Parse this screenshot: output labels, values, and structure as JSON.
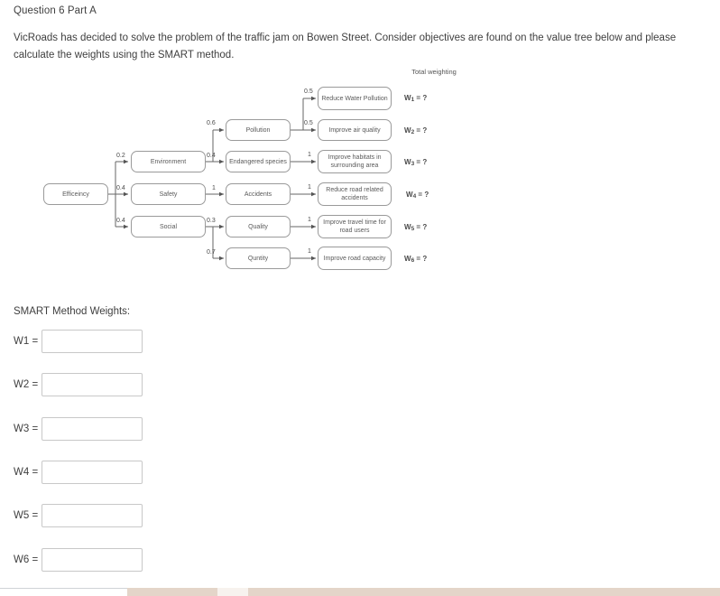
{
  "question": {
    "title": "Question 6 Part A",
    "body": "VicRoads has decided to solve the problem of the traffic jam on Bowen Street. Consider objectives are found on the value tree below and please calculate the weights using the SMART method."
  },
  "diagram": {
    "total_weighting_header": "Total weighting",
    "nodes": [
      {
        "id": "root",
        "label": "Efficeincy"
      },
      {
        "id": "environment",
        "label": "Environment"
      },
      {
        "id": "safety",
        "label": "Safety"
      },
      {
        "id": "social",
        "label": "Social"
      },
      {
        "id": "pollution",
        "label": "Pollution"
      },
      {
        "id": "endangered",
        "label": "Endangered species"
      },
      {
        "id": "accidents",
        "label": "Accidents"
      },
      {
        "id": "quality",
        "label": "Quality"
      },
      {
        "id": "quntity",
        "label": "Quntity"
      },
      {
        "id": "leaf1",
        "label": "Reduce Water Pollution"
      },
      {
        "id": "leaf2",
        "label": "Improve air quality"
      },
      {
        "id": "leaf3",
        "label": "Improve habitats in surrounding area"
      },
      {
        "id": "leaf4",
        "label": "Reduce road related accidents"
      },
      {
        "id": "leaf5",
        "label": "Improve travel time for road users"
      },
      {
        "id": "leaf6",
        "label": "Improve road capacity"
      }
    ],
    "edges": [
      {
        "from": "root",
        "to": "environment",
        "weight": "0.2"
      },
      {
        "from": "root",
        "to": "safety",
        "weight": "0.4"
      },
      {
        "from": "root",
        "to": "social",
        "weight": "0.4"
      },
      {
        "from": "environment",
        "to": "pollution",
        "weight": "0.6"
      },
      {
        "from": "environment",
        "to": "endangered",
        "weight": "0.4"
      },
      {
        "from": "safety",
        "to": "accidents",
        "weight": "1"
      },
      {
        "from": "social",
        "to": "quality",
        "weight": "0.3"
      },
      {
        "from": "social",
        "to": "quntity",
        "weight": "0.7"
      },
      {
        "from": "pollution",
        "to": "leaf1",
        "weight": "0.5"
      },
      {
        "from": "pollution",
        "to": "leaf2",
        "weight": "0.5"
      },
      {
        "from": "endangered",
        "to": "leaf3",
        "weight": "1"
      },
      {
        "from": "accidents",
        "to": "leaf4",
        "weight": "1"
      },
      {
        "from": "quality",
        "to": "leaf5",
        "weight": "1"
      },
      {
        "from": "quntity",
        "to": "leaf6",
        "weight": "1"
      }
    ],
    "total_weights": [
      {
        "symbol": "W",
        "sub": "1",
        "value": "= ?"
      },
      {
        "symbol": "W",
        "sub": "2",
        "value": "= ?"
      },
      {
        "symbol": "W",
        "sub": "3",
        "value": "= ?"
      },
      {
        "symbol": "W",
        "sub": "4",
        "value": "= ?"
      },
      {
        "symbol": "W",
        "sub": "5",
        "value": "= ?"
      },
      {
        "symbol": "W",
        "sub": "6",
        "value": "= ?"
      }
    ]
  },
  "answers": {
    "heading": "SMART Method Weights:",
    "fields": [
      {
        "label": "W1 =",
        "value": ""
      },
      {
        "label": "W2 =",
        "value": ""
      },
      {
        "label": "W3 =",
        "value": ""
      },
      {
        "label": "W4 =",
        "value": ""
      },
      {
        "label": "W5 =",
        "value": ""
      },
      {
        "label": "W6 =",
        "value": ""
      }
    ]
  },
  "colors": {
    "text": "#3f3f3f",
    "node_border": "#9a9a9a",
    "input_border": "#c8c8c8",
    "bottom_strip": "#e4d5c9"
  }
}
